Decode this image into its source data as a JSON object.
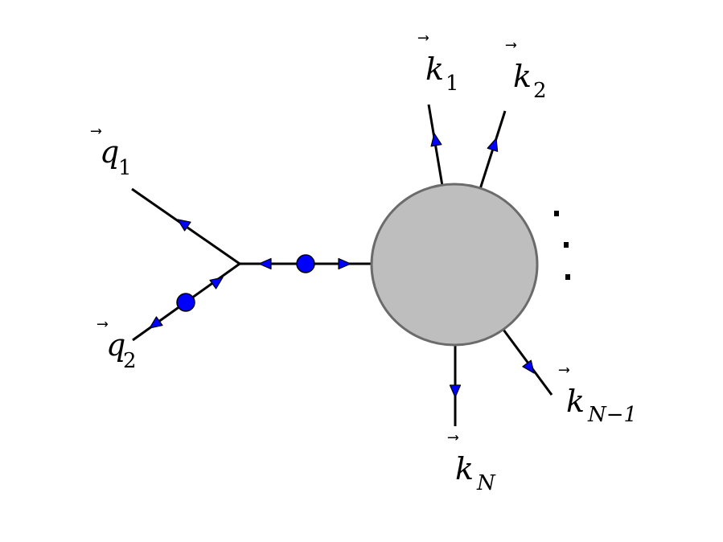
{
  "labels": {
    "q1": {
      "base": "q",
      "sub": "1"
    },
    "q2": {
      "base": "q",
      "sub": "2"
    },
    "k1": {
      "base": "k",
      "sub": "1"
    },
    "k2": {
      "base": "k",
      "sub": "2"
    },
    "kNm1": {
      "base": "k",
      "sub": "N−1"
    },
    "kN": {
      "base": "k",
      "sub": "N"
    }
  },
  "vector_arrow_glyph": "⃗",
  "colors": {
    "blob_fill": "#bebebe",
    "blob_stroke": "#6b6b6b",
    "accent": "#0000ff",
    "line": "#000000"
  }
}
